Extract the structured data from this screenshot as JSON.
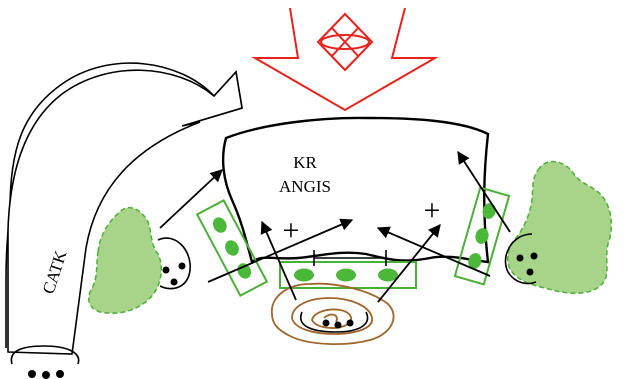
{
  "labels": {
    "center_top": "KR",
    "center_bottom": "ANGIS",
    "arrow_text": "CATK",
    "plus_left": "+",
    "plus_right": "+"
  },
  "colors": {
    "signal": "#e8231c",
    "cell_fill": "#a8d48a",
    "cell_stroke": "#4caf3a",
    "granule": "#4cb83a",
    "nucleus_swirl": "#a0652a",
    "outline": "#000000"
  },
  "icons": {
    "top_signal": "red-funnel-receptor",
    "dots": "three-dot-cluster"
  }
}
